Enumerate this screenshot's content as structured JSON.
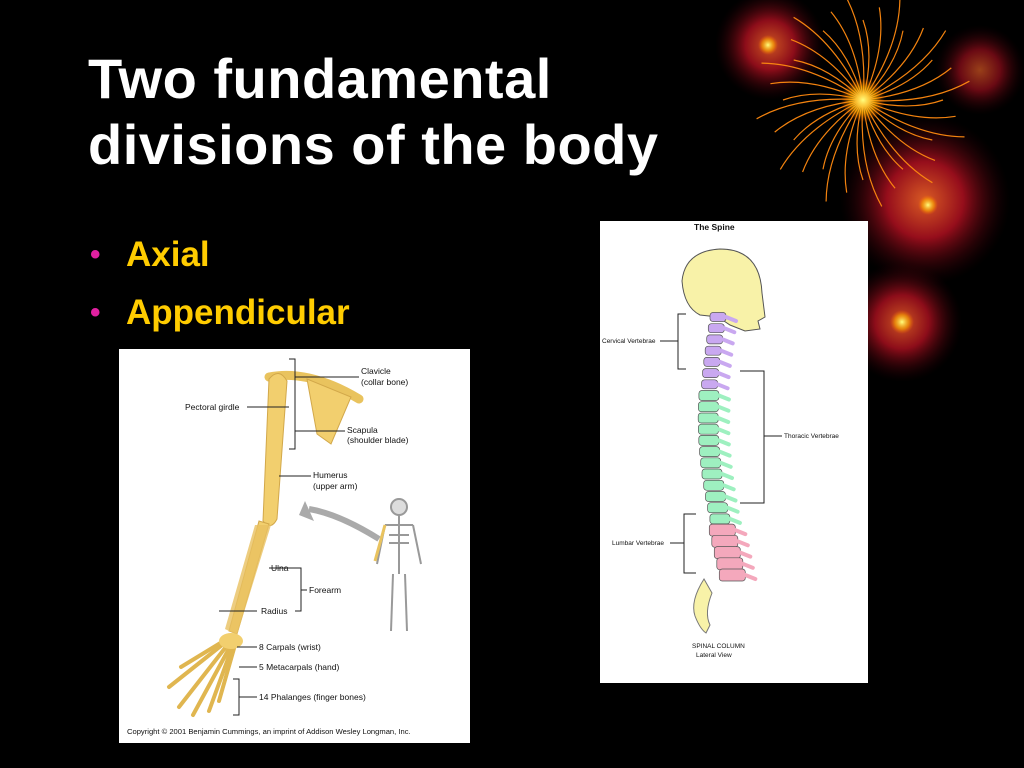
{
  "slide": {
    "title_line1": "Two fundamental",
    "title_line2": "divisions of the body",
    "bullets": [
      {
        "text": "Axial"
      },
      {
        "text": "Appendicular"
      }
    ]
  },
  "arm_figure": {
    "labels": {
      "clavicle": "Clavicle",
      "clavicle_sub": "(collar bone)",
      "pectoral_girdle": "Pectoral girdle",
      "scapula": "Scapula",
      "scapula_sub": "(shoulder blade)",
      "humerus": "Humerus",
      "humerus_sub": "(upper arm)",
      "ulna": "Ulna",
      "forearm": "Forearm",
      "radius": "Radius",
      "carpals": "8 Carpals (wrist)",
      "metacarpals": "5 Metacarpals (hand)",
      "phalanges": "14 Phalanges (finger bones)"
    },
    "copyright": "Copyright © 2001 Benjamin Cummings, an imprint of Addison Wesley Longman, Inc."
  },
  "spine_figure": {
    "title": "The Spine",
    "labels": {
      "cervical": "Cervical Vertebrae",
      "thoracic": "Thoracic Vertebrae",
      "lumbar": "Lumbar Vertebrae"
    },
    "caption_line1": "SPINAL COLUMN",
    "caption_line2": "Lateral View"
  },
  "colors": {
    "background": "#000000",
    "title": "#ffffff",
    "bullet_text": "#ffcc00",
    "bullet_dot": "#e020a0",
    "bone": "#f2cf6e",
    "cervical": "#c9a8f0",
    "thoracic": "#9ef0c0",
    "lumbar": "#f4a8bc"
  }
}
